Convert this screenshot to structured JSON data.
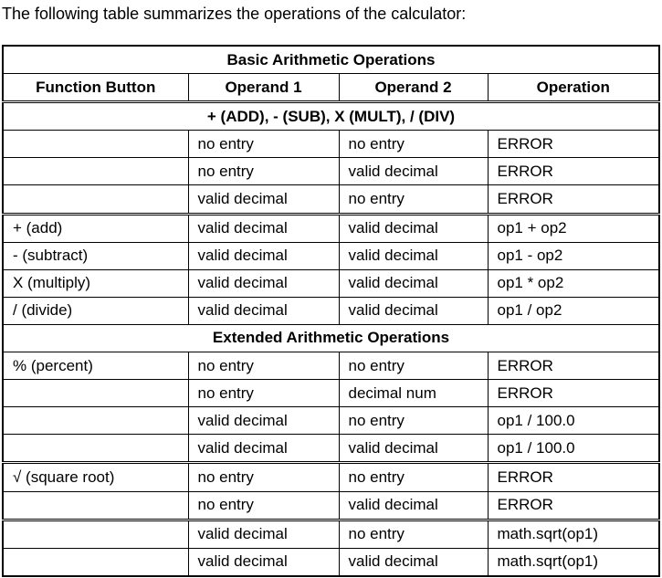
{
  "intro_text": "The following table summarizes the operations of the calculator:",
  "table": {
    "title": "Basic Arithmetic Operations",
    "headers": [
      "Function Button",
      "Operand 1",
      "Operand 2",
      "Operation"
    ],
    "sections": [
      {
        "heading": "+ (ADD), - (SUB), X (MULT), / (DIV)",
        "rows": [
          [
            "",
            "no entry",
            "no entry",
            "ERROR"
          ],
          [
            "",
            "no entry",
            "valid decimal",
            "ERROR"
          ],
          [
            "",
            "valid decimal",
            "no entry",
            "ERROR"
          ],
          [
            "+ (add)",
            "valid decimal",
            "valid decimal",
            "op1 + op2"
          ],
          [
            "- (subtract)",
            "valid decimal",
            "valid decimal",
            "op1 - op2"
          ],
          [
            "X (multiply)",
            "valid decimal",
            "valid decimal",
            "op1 * op2"
          ],
          [
            "/ (divide)",
            "valid decimal",
            "valid decimal",
            "op1 / op2"
          ]
        ]
      },
      {
        "heading": "Extended Arithmetic Operations",
        "rows": [
          [
            "% (percent)",
            "no entry",
            "no entry",
            "ERROR"
          ],
          [
            "",
            "no entry",
            "decimal num",
            "ERROR"
          ],
          [
            "",
            "valid decimal",
            "no entry",
            "op1 / 100.0"
          ],
          [
            "",
            "valid decimal",
            "valid decimal",
            "op1 / 100.0"
          ],
          [
            "√ (square root)",
            "no entry",
            "no entry",
            "ERROR"
          ],
          [
            "",
            "no entry",
            "valid decimal",
            "ERROR"
          ],
          [
            "",
            "valid decimal",
            "no entry",
            "math.sqrt(op1)"
          ],
          [
            "",
            "valid decimal",
            "valid decimal",
            "math.sqrt(op1)"
          ]
        ]
      }
    ]
  }
}
